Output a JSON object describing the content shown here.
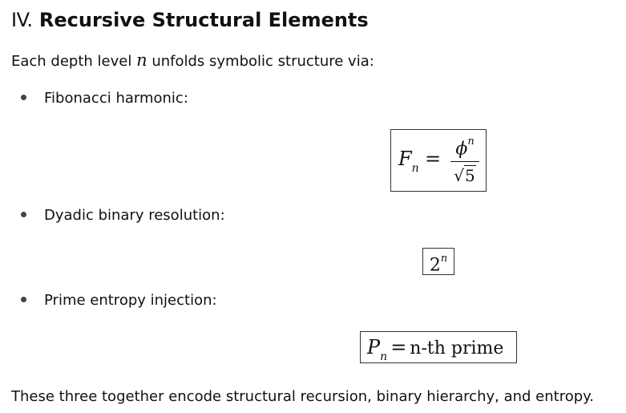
{
  "section": {
    "number": "IV.",
    "title": "Recursive Structural Elements"
  },
  "intro": {
    "before": "Each depth level ",
    "variable": "n",
    "after": " unfolds symbolic structure via:"
  },
  "items": [
    {
      "label": "Fibonacci harmonic:",
      "formula": {
        "lhs_base": "F",
        "lhs_sub": "n",
        "equals": "=",
        "numerator_base": "ϕ",
        "numerator_exp": "n",
        "sqrt_symbol": "√",
        "radicand": "5"
      }
    },
    {
      "label": "Dyadic binary resolution:",
      "formula": {
        "base": "2",
        "exp": "n"
      }
    },
    {
      "label": "Prime entropy injection:",
      "formula": {
        "lhs_base": "P",
        "lhs_sub": "n",
        "equals": "=",
        "rhs": "n-th prime"
      }
    }
  ],
  "closing": "These three together encode structural recursion, binary hierarchy, and entropy.",
  "colors": {
    "text": "#111111",
    "bullet": "#444444",
    "box_border": "#333333",
    "background": "#ffffff"
  }
}
